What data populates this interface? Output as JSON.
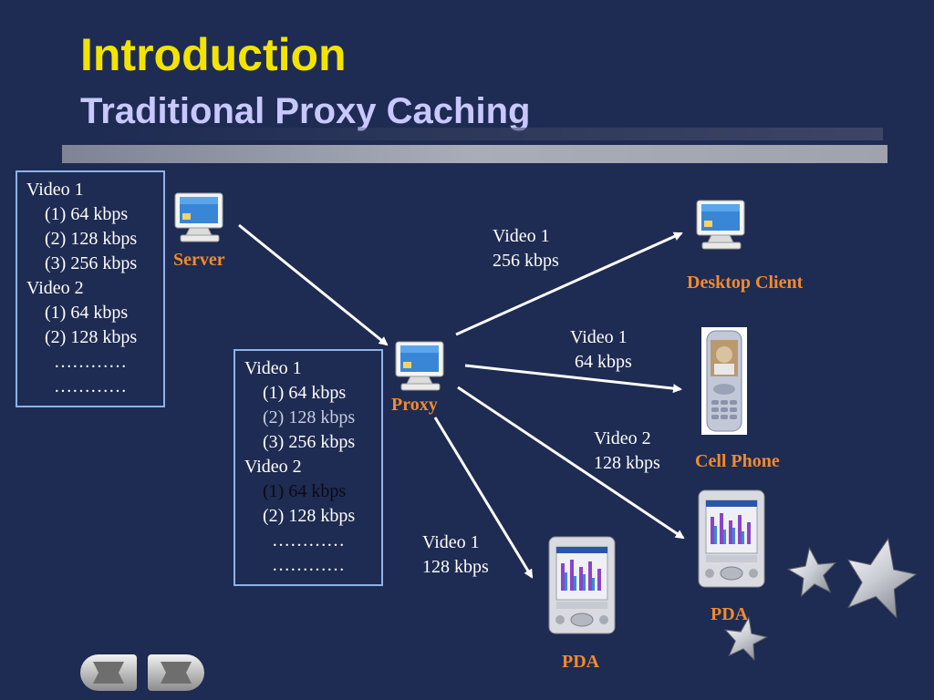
{
  "slide": {
    "title": "Introduction",
    "subtitle": "Traditional Proxy Caching"
  },
  "server_box": {
    "lines": [
      "Video 1",
      "    (1) 64 kbps",
      "    (2) 128 kbps",
      "    (3) 256 kbps",
      "Video 2",
      "    (1) 64 kbps",
      "    (2) 128 kbps",
      "      …………",
      "      …………"
    ]
  },
  "proxy_box": {
    "lines": [
      "Video 1",
      "    (1) 64 kbps",
      "    (2) 128 kbps",
      "    (3) 256 kbps",
      "Video 2",
      "    (1) 64 kbps",
      "    (2) 128 kbps",
      "      …………",
      "      …………"
    ]
  },
  "nodes": {
    "server": "Server",
    "proxy": "Proxy",
    "desktop": "Desktop Client",
    "cell": "Cell Phone",
    "pda_right": "PDA",
    "pda_bottom": "PDA"
  },
  "links": {
    "desktop": {
      "video": "Video 1",
      "rate": "256 kbps"
    },
    "cell": {
      "video": "Video 1",
      "rate": " 64 kbps"
    },
    "pda_right": {
      "video": "Video 2",
      "rate": "128 kbps"
    },
    "pda_bottom": {
      "video": "Video 1",
      "rate": "128 kbps"
    }
  },
  "icons": [
    "computer-icon",
    "cell-phone-icon",
    "pda-icon",
    "star-icon",
    "arrow-left-icon",
    "arrow-right-icon"
  ],
  "colors": {
    "background": "#1e2b52",
    "title": "#f2e400",
    "subtitle": "#c8c8ff",
    "node_label": "#f28a2e",
    "box_border": "#8fb3e6"
  }
}
